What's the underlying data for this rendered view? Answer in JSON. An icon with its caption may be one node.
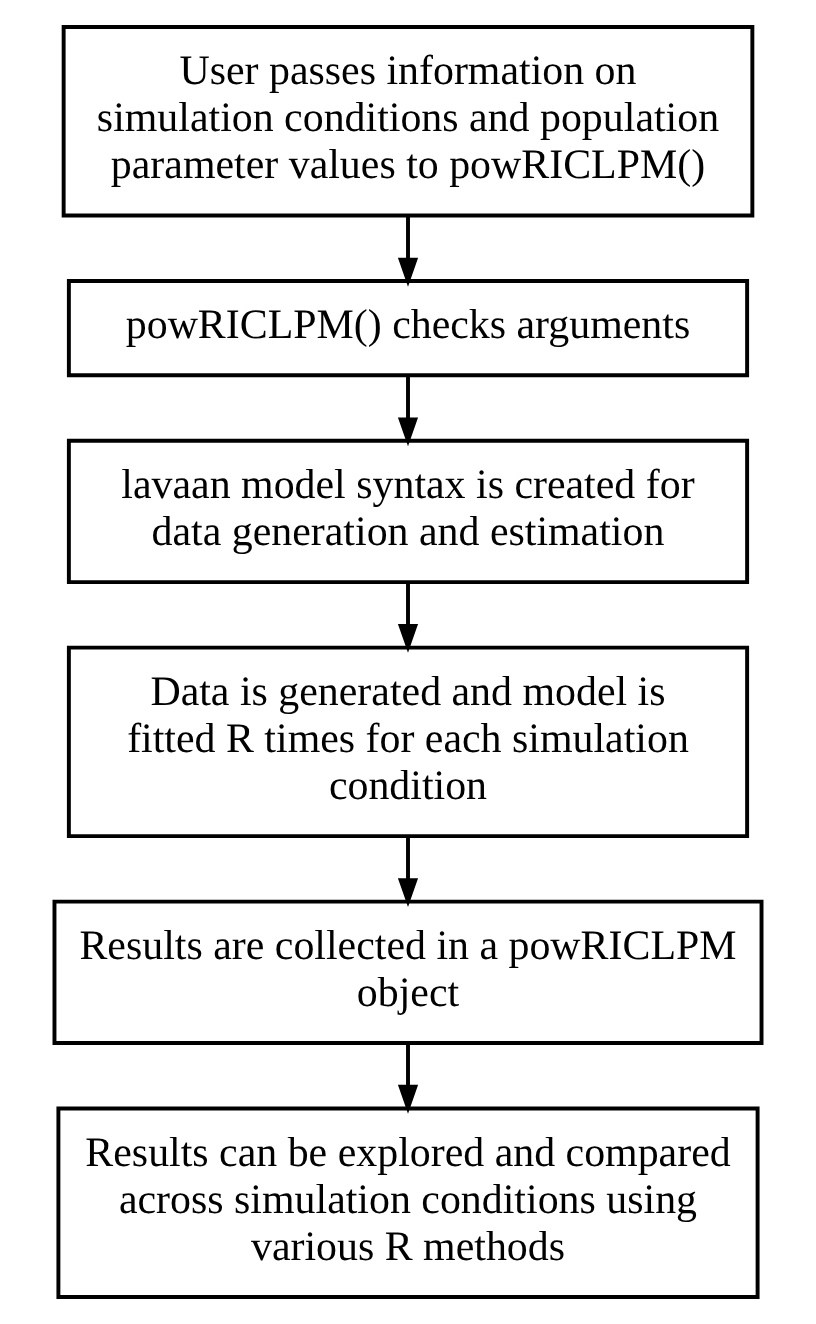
{
  "diagram": {
    "nodes": [
      {
        "text": [
          "User passes information on simulation conditions and population parameter values to powRICLPM()"
        ]
      },
      {
        "text": [
          "powRICLPM() checks arguments"
        ]
      },
      {
        "text": [
          "lavaan model syntax is created for data generation and estimation"
        ]
      },
      {
        "text": [
          "Data is generated and model is fitted R times for each simulation condition"
        ]
      },
      {
        "text": [
          "Results are collected in a powRICLPM object"
        ]
      },
      {
        "text": [
          "Results can be explored and compared across simulation conditions using various R methods"
        ]
      }
    ],
    "edges": [
      {
        "from": 0,
        "to": 1,
        "arrow": "to"
      },
      {
        "from": 1,
        "to": 2,
        "arrow": "to"
      },
      {
        "from": 2,
        "to": 3,
        "arrow": "to"
      },
      {
        "from": 3,
        "to": 4,
        "arrow": "to"
      },
      {
        "from": 4,
        "to": 5,
        "arrow": "to"
      }
    ]
  }
}
